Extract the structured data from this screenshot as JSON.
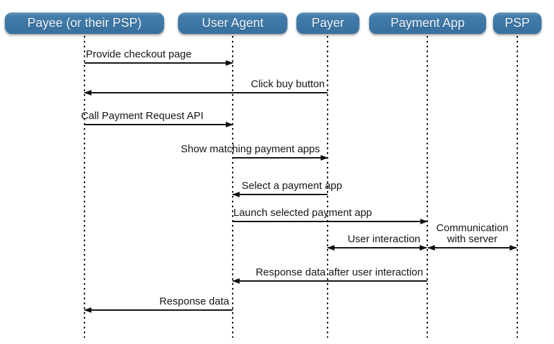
{
  "diagram": {
    "type": "sequence-diagram",
    "colors": {
      "actor_fill": "#3d77a6",
      "actor_text": "#eef3f8",
      "line": "#111111",
      "background": "#ffffff"
    },
    "actors": [
      {
        "label": "Payee (or their PSP)"
      },
      {
        "label": "User Agent"
      },
      {
        "label": "Payer"
      },
      {
        "label": "Payment App"
      },
      {
        "label": "PSP"
      }
    ],
    "messages": [
      {
        "label": "Provide checkout page",
        "from": "Payee (or their PSP)",
        "to": "User Agent",
        "direction": "right"
      },
      {
        "label": "Click buy button",
        "from": "Payer",
        "to": "Payee (or their PSP)",
        "direction": "left"
      },
      {
        "label": "Call Payment Request API",
        "from": "Payee (or their PSP)",
        "to": "User Agent",
        "direction": "right"
      },
      {
        "label": "Show matching payment apps",
        "from": "User Agent",
        "to": "Payer",
        "direction": "right"
      },
      {
        "label": "Select a payment app",
        "from": "Payer",
        "to": "User Agent",
        "direction": "left"
      },
      {
        "label": "Launch selected payment app",
        "from": "User Agent",
        "to": "Payment App",
        "direction": "right"
      },
      {
        "label": "User interaction",
        "from": "Payer",
        "to": "Payment App",
        "direction": "both"
      },
      {
        "label_line1": "Communication",
        "label_line2": "with server",
        "from": "Payment App",
        "to": "PSP",
        "direction": "both"
      },
      {
        "label": "Response data after user interaction",
        "from": "Payment App",
        "to": "User Agent",
        "direction": "left"
      },
      {
        "label": "Response data",
        "from": "User Agent",
        "to": "Payee (or their PSP)",
        "direction": "left"
      }
    ]
  }
}
